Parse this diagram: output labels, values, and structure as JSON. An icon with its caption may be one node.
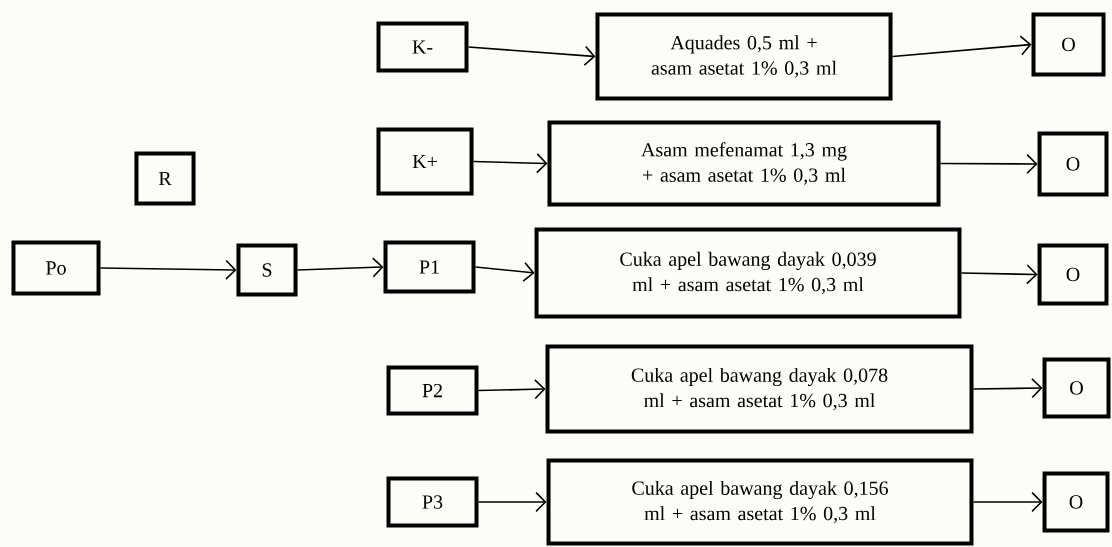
{
  "diagram": {
    "nodes": [
      {
        "text": [
          "Po"
        ]
      },
      {
        "text": [
          "R"
        ]
      },
      {
        "text": [
          "S"
        ]
      },
      {
        "text": [
          "K-"
        ]
      },
      {
        "text": [
          "Aquades 0,5 ml + asam asetat 1% 0,3 ml"
        ]
      },
      {
        "text": [
          "O"
        ]
      },
      {
        "text": [
          "K+"
        ]
      },
      {
        "text": [
          "Asam mefenamat 1,3 mg + asam asetat 1% 0,3 ml"
        ]
      },
      {
        "text": [
          "O"
        ]
      },
      {
        "text": [
          "P1"
        ]
      },
      {
        "text": [
          "Cuka apel bawang dayak 0,039 ml + asam asetat 1% 0,3 ml"
        ]
      },
      {
        "text": [
          "O"
        ]
      },
      {
        "text": [
          "P2"
        ]
      },
      {
        "text": [
          "Cuka apel bawang dayak 0,078 ml + asam asetat 1% 0,3 ml"
        ]
      },
      {
        "text": [
          "O"
        ]
      },
      {
        "text": [
          "P3"
        ]
      },
      {
        "text": [
          "Cuka apel bawang dayak 0,156 ml + asam asetat 1% 0,3 ml"
        ]
      },
      {
        "text": [
          "O"
        ]
      }
    ],
    "edges": [
      {
        "from": 0,
        "to": 2,
        "arrow": "to"
      },
      {
        "from": 2,
        "to": 9,
        "arrow": "to"
      },
      {
        "from": 3,
        "to": 4,
        "arrow": "to"
      },
      {
        "from": 4,
        "to": 5,
        "arrow": "to"
      },
      {
        "from": 6,
        "to": 7,
        "arrow": "to"
      },
      {
        "from": 7,
        "to": 8,
        "arrow": "to"
      },
      {
        "from": 9,
        "to": 10,
        "arrow": "to"
      },
      {
        "from": 10,
        "to": 11,
        "arrow": "to"
      },
      {
        "from": 12,
        "to": 13,
        "arrow": "to"
      },
      {
        "from": 13,
        "to": 14,
        "arrow": "to"
      },
      {
        "from": 15,
        "to": 16,
        "arrow": "to"
      },
      {
        "from": 16,
        "to": 17,
        "arrow": "to"
      }
    ]
  }
}
